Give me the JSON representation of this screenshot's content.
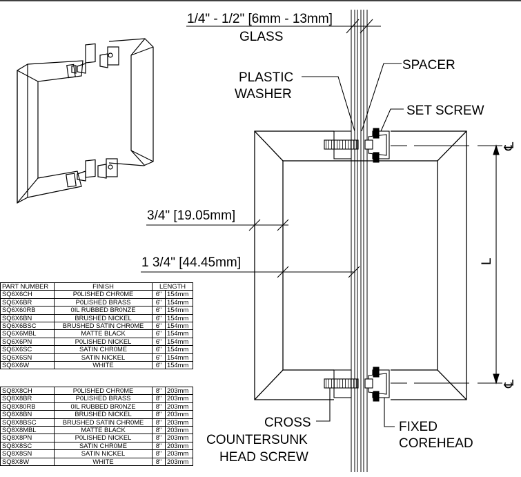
{
  "labels": {
    "glass_size": "1/4\" - 1/2\" [6mm - 13mm]",
    "glass": "GLASS",
    "plastic_washer_1": "PLASTIC",
    "plastic_washer_2": "WASHER",
    "spacer": "SPACER",
    "set_screw": "SET SCREW",
    "dim_width": "3/4\" [19.05mm]",
    "dim_depth": "1 3/4\" [44.45mm]",
    "length": "L",
    "centerline_top": "℄",
    "centerline_bottom": "℄",
    "cross_1": "CROSS",
    "cross_2": "COUNTERSUNK",
    "cross_3": "HEAD SCREW",
    "fixed_1": "FIXED",
    "fixed_2": "COREHEAD"
  },
  "table": {
    "headers": [
      "PART NUMBER",
      "FINISH",
      "LENGTH"
    ],
    "group_6": [
      [
        "SQ6X6CH",
        "P0LISHED CHR0ME",
        "6\"",
        "154mm"
      ],
      [
        "SQ6X6BR",
        "P0LISHED BRASS",
        "6\"",
        "154mm"
      ],
      [
        "SQ6X60RB",
        "0IL RUBBED BR0NZE",
        "6\"",
        "154mm"
      ],
      [
        "SQ6X6BN",
        "BRUSHED NICKEL",
        "6\"",
        "154mm"
      ],
      [
        "SQ6X6BSC",
        "BRUSHED SATIN CHR0ME",
        "6\"",
        "154mm"
      ],
      [
        "SQ6X6MBL",
        "MATTE BLACK",
        "6\"",
        "154mm"
      ],
      [
        "SQ6X6PN",
        "P0LISHED NICKEL",
        "6\"",
        "154mm"
      ],
      [
        "SQ6X6SC",
        "SATIN CHR0ME",
        "6\"",
        "154mm"
      ],
      [
        "SQ6X6SN",
        "SATIN NICKEL",
        "6\"",
        "154mm"
      ],
      [
        "SQ6X6W",
        "WHITE",
        "6\"",
        "154mm"
      ]
    ],
    "group_8": [
      [
        "SQ8X8CH",
        "P0LISHED CHR0ME",
        "8\"",
        "203mm"
      ],
      [
        "SQ8X8BR",
        "P0LISHED BRASS",
        "8\"",
        "203mm"
      ],
      [
        "SQ8X80RB",
        "0IL RUBBED BR0NZE",
        "8\"",
        "203mm"
      ],
      [
        "SQ8X8BN",
        "BRUSHED NICKEL",
        "8\"",
        "203mm"
      ],
      [
        "SQ8X8BSC",
        "BRUSHED SATIN CHR0ME",
        "8\"",
        "203mm"
      ],
      [
        "SQ8X8MBL",
        "MATTE BLACK",
        "8\"",
        "203mm"
      ],
      [
        "SQ8X8PN",
        "P0LISHED NICKEL",
        "8\"",
        "203mm"
      ],
      [
        "SQ8X8SC",
        "SATIN CHR0ME",
        "8\"",
        "203mm"
      ],
      [
        "SQ8X8SN",
        "SATIN NICKEL",
        "8\"",
        "203mm"
      ],
      [
        "SQ8X8W",
        "WHITE",
        "8\"",
        "203mm"
      ]
    ]
  }
}
